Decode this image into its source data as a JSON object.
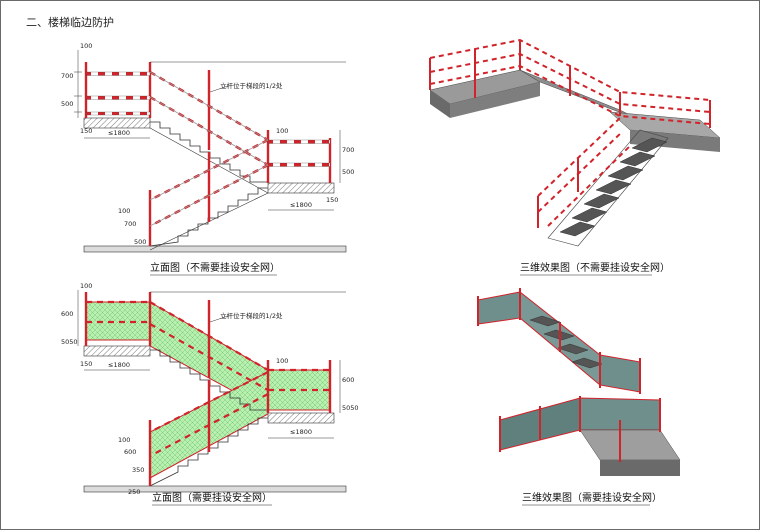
{
  "section_title": "二、楼梯临边防护",
  "panels": {
    "elev_top": {
      "caption": "立面图（不需要挂设安全网）",
      "note": "立杆位于梯段的1/2处",
      "dims": {
        "top100": "100",
        "h700": "700",
        "h500": "500",
        "w150": "150",
        "w1800": "≤1800",
        "r100": "100",
        "r700": "700",
        "r500": "500",
        "r150": "150",
        "rw1800": "≤1800",
        "b100": "100",
        "b700": "700",
        "b500": "500"
      }
    },
    "iso_top": {
      "caption": "三维效果图（不需要挂设安全网）"
    },
    "elev_bottom": {
      "caption": "立面图（需要挂设安全网）",
      "note": "立杆位于梯段的1/2处",
      "dims": {
        "top100": "100",
        "h600": "600",
        "h5050": "5050",
        "w150": "150",
        "w1800": "≤1800",
        "r100": "100",
        "r600": "600",
        "r5050": "5050",
        "rw1800": "≤1800",
        "b100": "100",
        "b600": "600",
        "b350": "350",
        "b250": "250"
      }
    },
    "iso_bottom": {
      "caption": "三维效果图（需要挂设安全网）"
    }
  },
  "colors": {
    "rail_red": "#d0232a",
    "rail_white": "#ffffff",
    "net_green": "#b8f0b0",
    "concrete": "#c8c8c8"
  }
}
